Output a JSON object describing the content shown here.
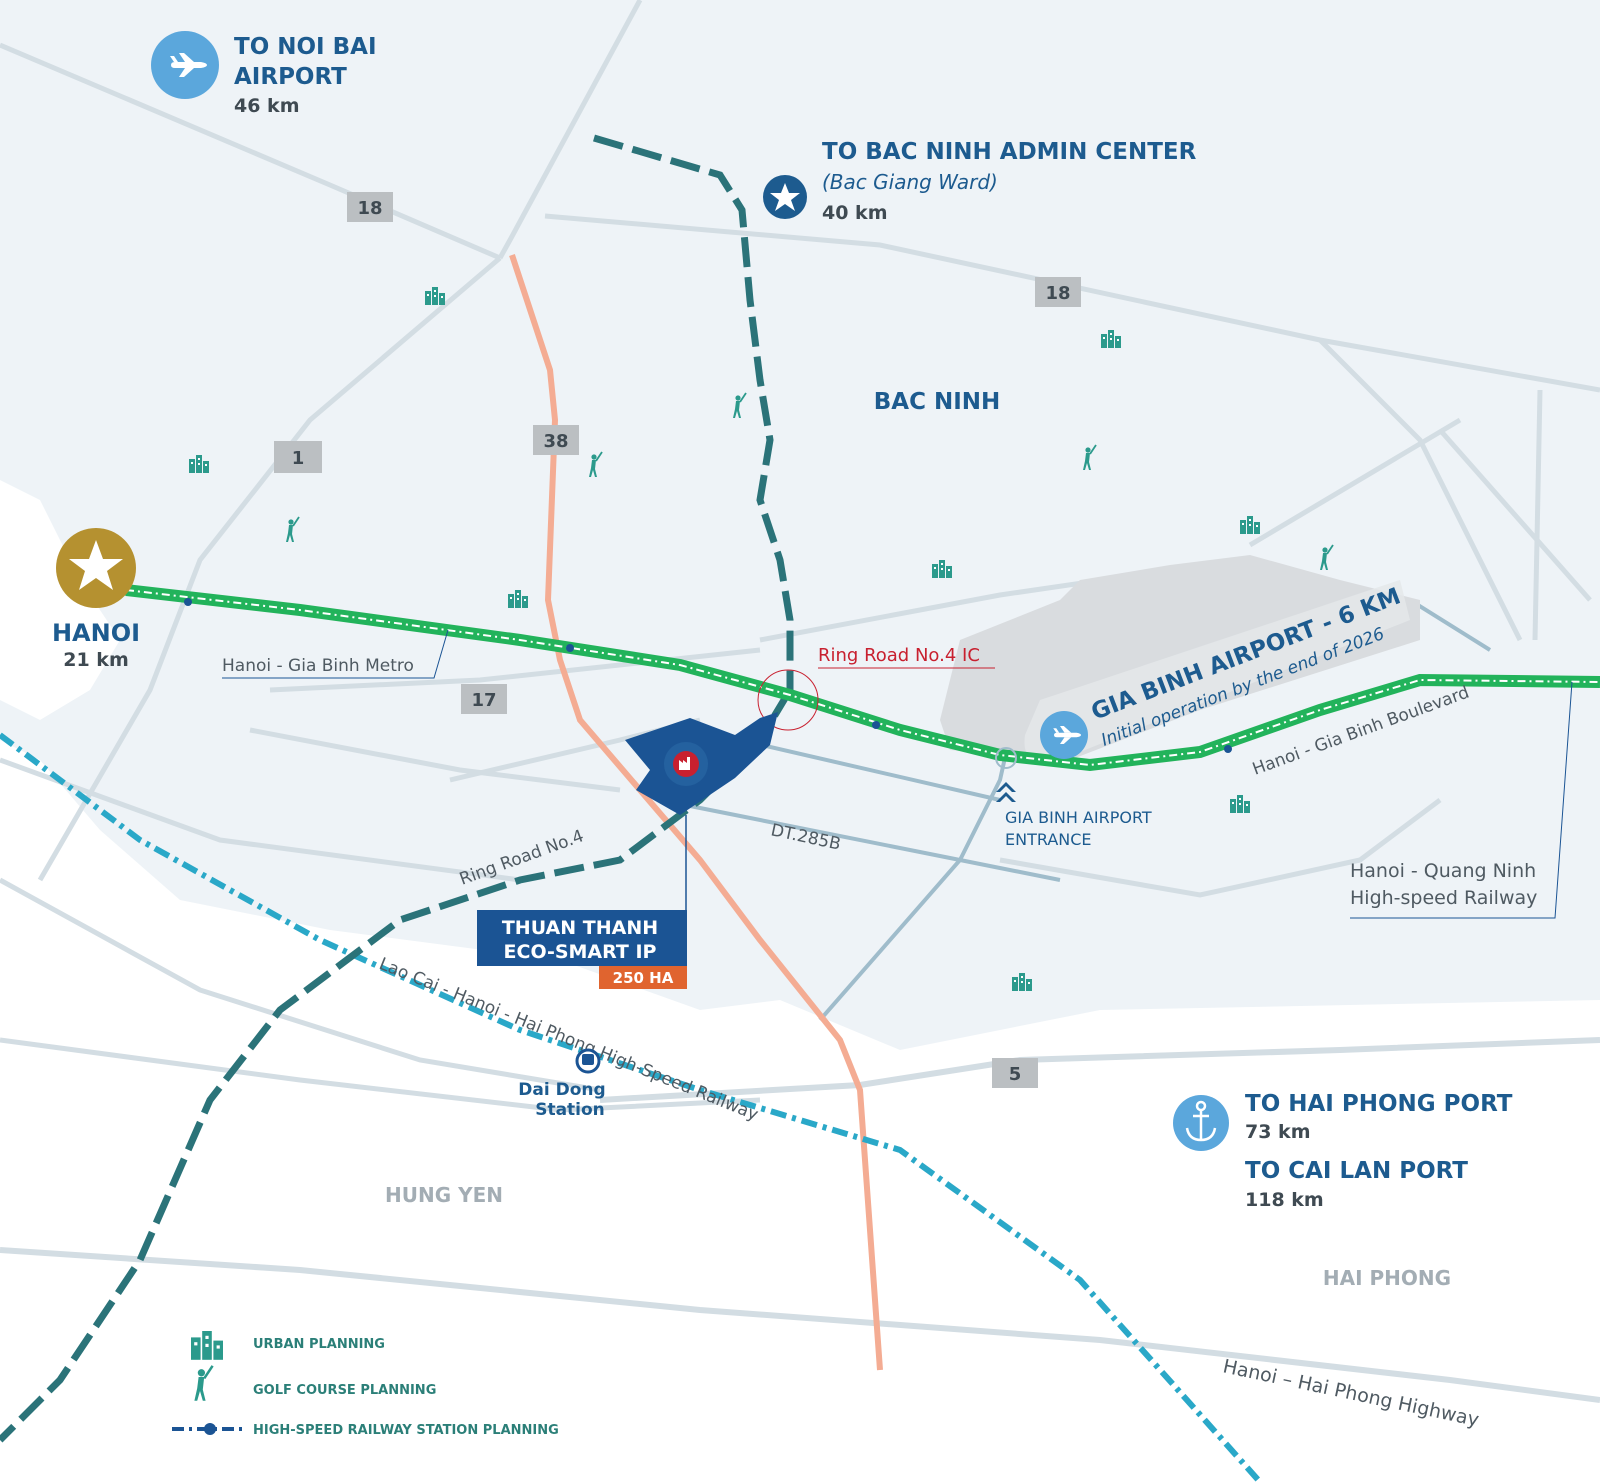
{
  "destinations": {
    "noi_bai": {
      "line1": "TO NOI BAI",
      "line2": "AIRPORT",
      "distance": "46 km"
    },
    "bac_ninh_admin": {
      "title": "TO BAC NINH ADMIN CENTER",
      "subtitle": "(Bac Giang Ward)",
      "distance": "40 km"
    },
    "hanoi": {
      "title": "HANOI",
      "distance": "21 km"
    },
    "hai_phong_port": {
      "title": "TO HAI PHONG PORT",
      "distance": "73 km"
    },
    "cai_lan_port": {
      "title": "TO CAI LAN PORT",
      "distance": "118 km"
    }
  },
  "regions": {
    "bac_ninh": "BAC NINH",
    "hung_yen": "HUNG YEN",
    "hai_phong": "HAI PHONG"
  },
  "road_numbers": {
    "r18_a": "18",
    "r18_b": "18",
    "r1": "1",
    "r38": "38",
    "r17": "17",
    "r5": "5"
  },
  "road_labels": {
    "metro": "Hanoi - Gia Binh Metro",
    "ring_ic": "Ring Road No.4 IC",
    "ring_road": "Ring Road No.4",
    "dt285b": "DT.285B",
    "boulevard": "Hanoi - Gia Binh Boulevard",
    "hq_railway_1": "Hanoi - Quang Ninh",
    "hq_railway_2": "High-speed Railway",
    "lc_railway": "Lao Cai - Hanoi - Hai Phong High-Speed Railway",
    "highway": "Hanoi – Hai Phong Highway",
    "airport_entrance_1": "GIA BINH AIRPORT",
    "airport_entrance_2": "ENTRANCE",
    "station_1": "Dai Dong",
    "station_2": "Station"
  },
  "airport": {
    "title": "GIA BINH AIRPORT - 6 KM",
    "subtitle": "Initial operation by the end of 2026"
  },
  "project": {
    "name_line1": "THUAN THANH",
    "name_line2": "ECO-SMART IP",
    "area": "250 HA"
  },
  "legend": {
    "urban": "URBAN PLANNING",
    "golf": "GOLF COURSE PLANNING",
    "railway_station": "HIGH-SPEED RAILWAY STATION PLANNING"
  },
  "icons": {
    "airplane": "airplane-icon",
    "star": "star-icon",
    "anchor": "anchor-icon",
    "building": "building-icon",
    "golfer": "golfer-icon",
    "train": "train-icon",
    "factory": "factory-icon"
  },
  "colors": {
    "metro_green": "#22b35b",
    "expressway_teal": "#2b7379",
    "railway_blue": "#2aa8c8",
    "road_38_salmon": "#f4ac93",
    "project_blue": "#1b5494",
    "area_orange": "#e0642f",
    "title_blue": "#1d5b8f",
    "hanoi_gold": "#b59130",
    "ic_red": "#c8202f"
  }
}
